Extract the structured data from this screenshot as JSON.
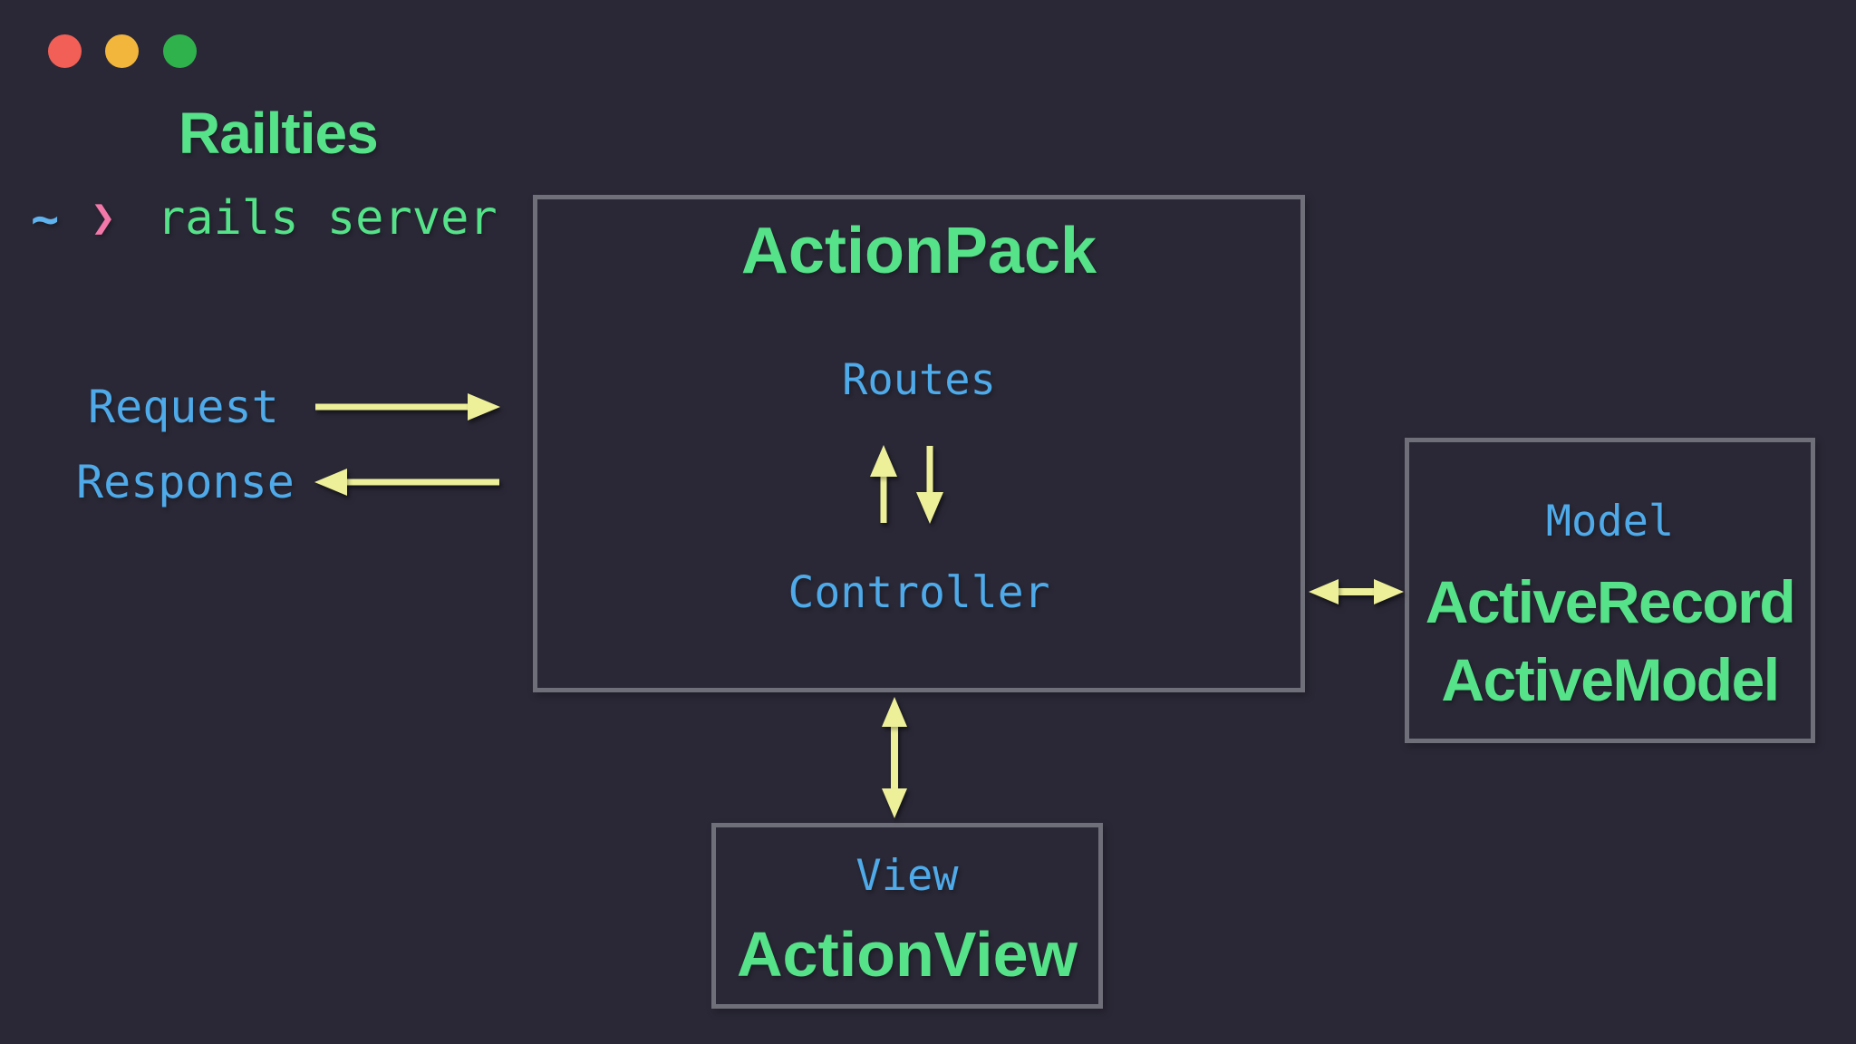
{
  "window": {
    "controls": [
      "close",
      "minimize",
      "maximize"
    ]
  },
  "terminal": {
    "title": "Railties",
    "prompt_tilde": "~",
    "prompt_chevron": "❯",
    "command": "rails server"
  },
  "flow": {
    "request_label": "Request",
    "response_label": "Response"
  },
  "actionpack": {
    "title": "ActionPack",
    "routes_label": "Routes",
    "controller_label": "Controller"
  },
  "model": {
    "label": "Model",
    "components": [
      "ActiveRecord",
      "ActiveModel"
    ]
  },
  "view": {
    "label": "View",
    "component": "ActionView"
  },
  "colors": {
    "background": "#2a2836",
    "green_text": "#55e289",
    "blue_text": "#4faae9",
    "arrow_yellow": "#edf098",
    "border_gray": "#6f6f7a",
    "prompt_pink": "#f378aa",
    "prompt_cyan": "#5fb3ef",
    "dot_red": "#f15f56",
    "dot_amber": "#f2b63d",
    "dot_green": "#2fb24c"
  }
}
